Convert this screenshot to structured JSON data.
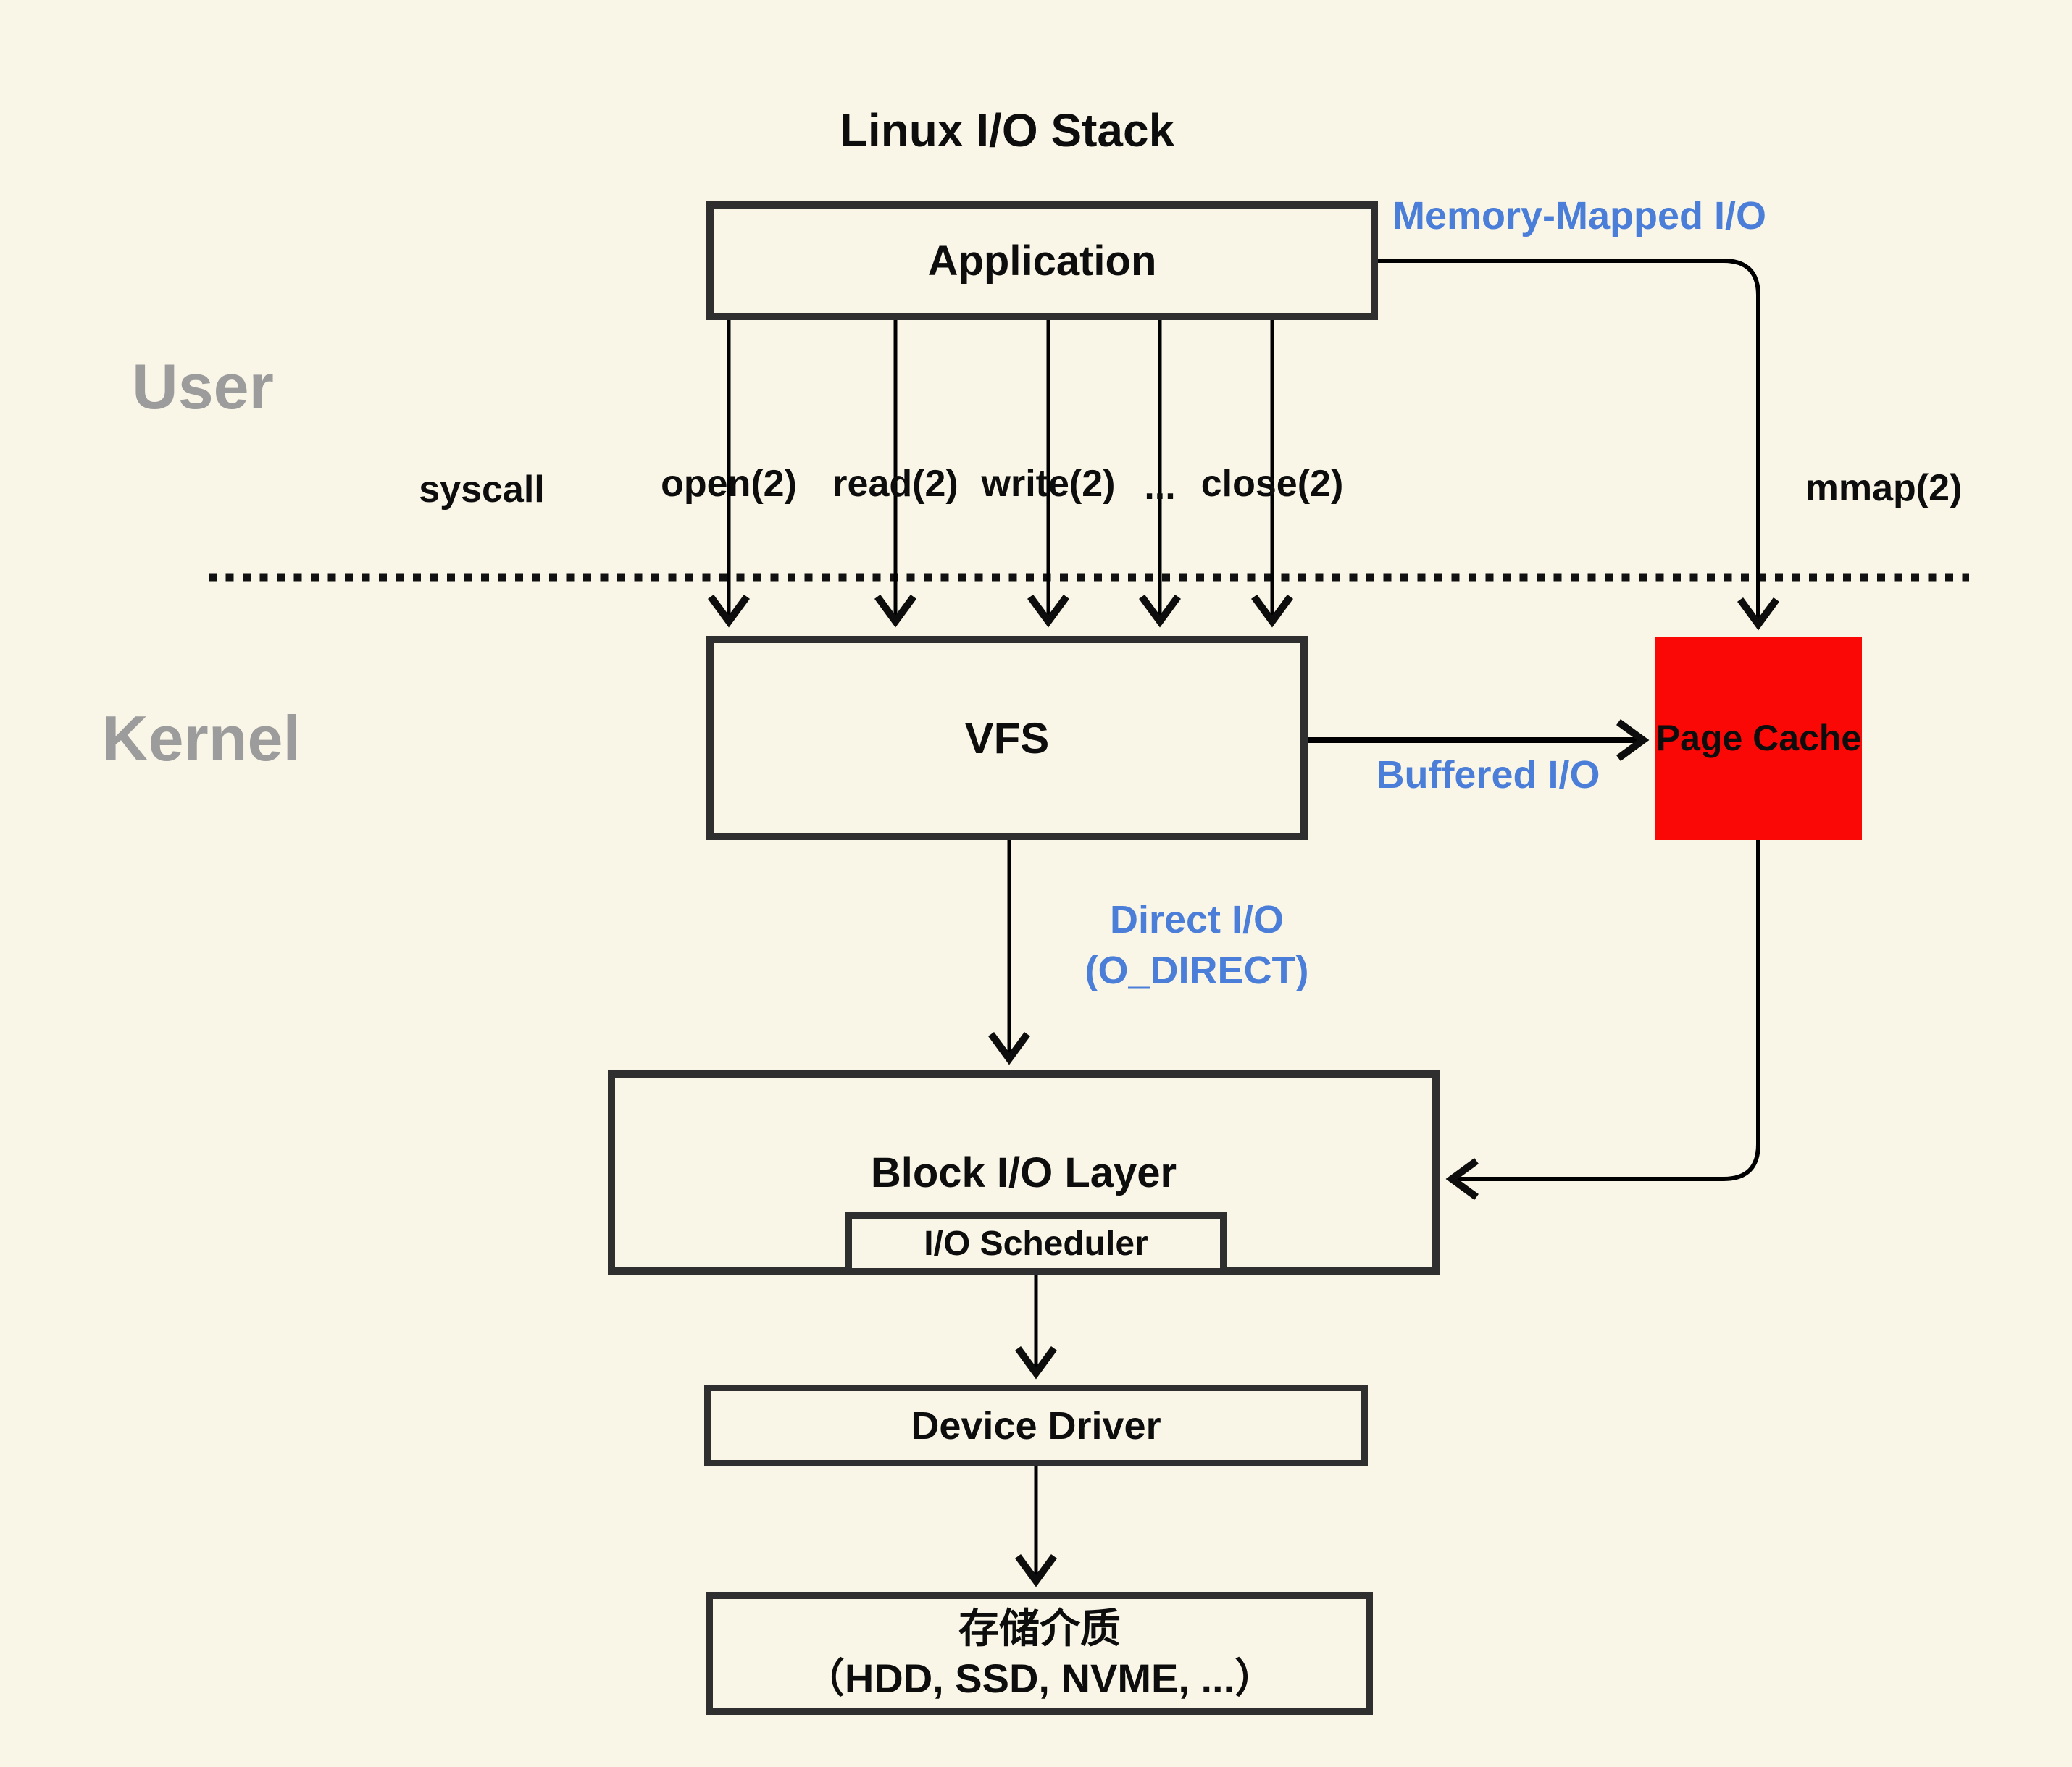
{
  "title": "Linux I/O Stack",
  "zones": {
    "user": "User",
    "kernel": "Kernel"
  },
  "boxes": {
    "application": "Application",
    "vfs": "VFS",
    "page_cache": "Page Cache",
    "block_io_layer": "Block I/O Layer",
    "io_scheduler": "I/O Scheduler",
    "device_driver": "Device Driver",
    "storage_line1": "存储介质",
    "storage_line2": "（HDD, SSD, NVME, ...）"
  },
  "edge_labels": {
    "syscall": "syscall",
    "open": "open(2)",
    "read": "read(2)",
    "write": "write(2)",
    "ellipsis": "...",
    "close": "close(2)",
    "mmap": "mmap(2)",
    "memory_mapped_io": "Memory-Mapped I/O",
    "buffered_io": "Buffered I/O",
    "direct_io_line1": "Direct I/O",
    "direct_io_line2": "(O_DIRECT)"
  },
  "colors": {
    "background": "#f9f6e8",
    "box_border": "#2f2f2f",
    "accent_blue": "#4a7ed8",
    "page_cache_red": "#f90805",
    "zone_gray": "#9c9c9c",
    "line_black": "#0d0d0d"
  }
}
